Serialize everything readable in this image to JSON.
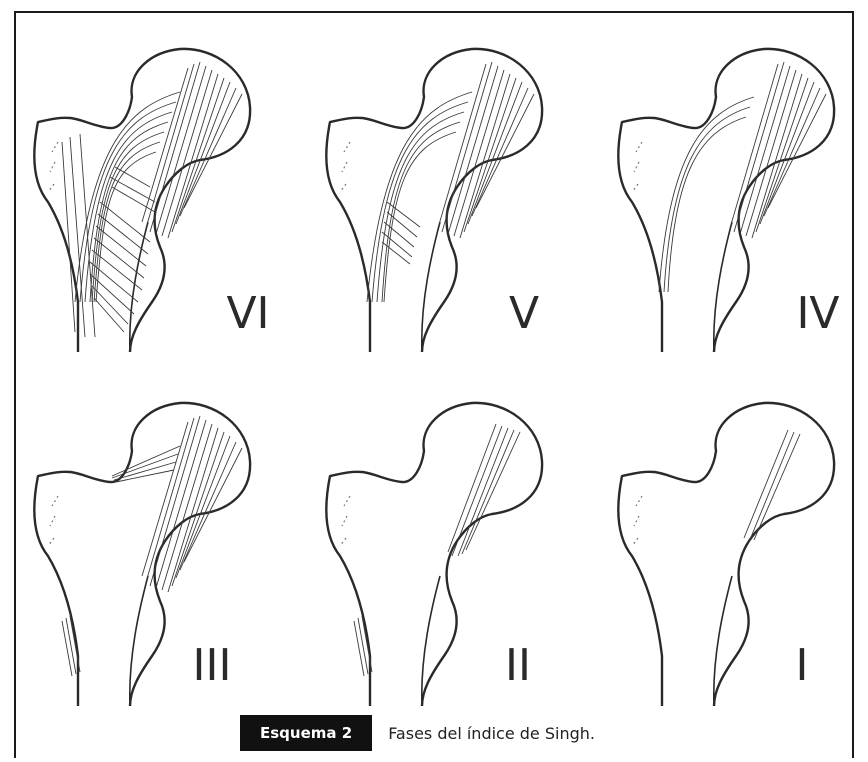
{
  "figure": {
    "stages": [
      {
        "label": "VI"
      },
      {
        "label": "V"
      },
      {
        "label": "IV"
      },
      {
        "label": "III"
      },
      {
        "label": "II"
      },
      {
        "label": "I"
      }
    ]
  },
  "caption": {
    "tag": "Esquema 2",
    "text": "Fases del índice de Singh."
  },
  "colors": {
    "outline": "#2a2a2a",
    "trabeculae": "#3a3a3a",
    "tag_background": "#111111",
    "tag_text": "#ffffff"
  }
}
